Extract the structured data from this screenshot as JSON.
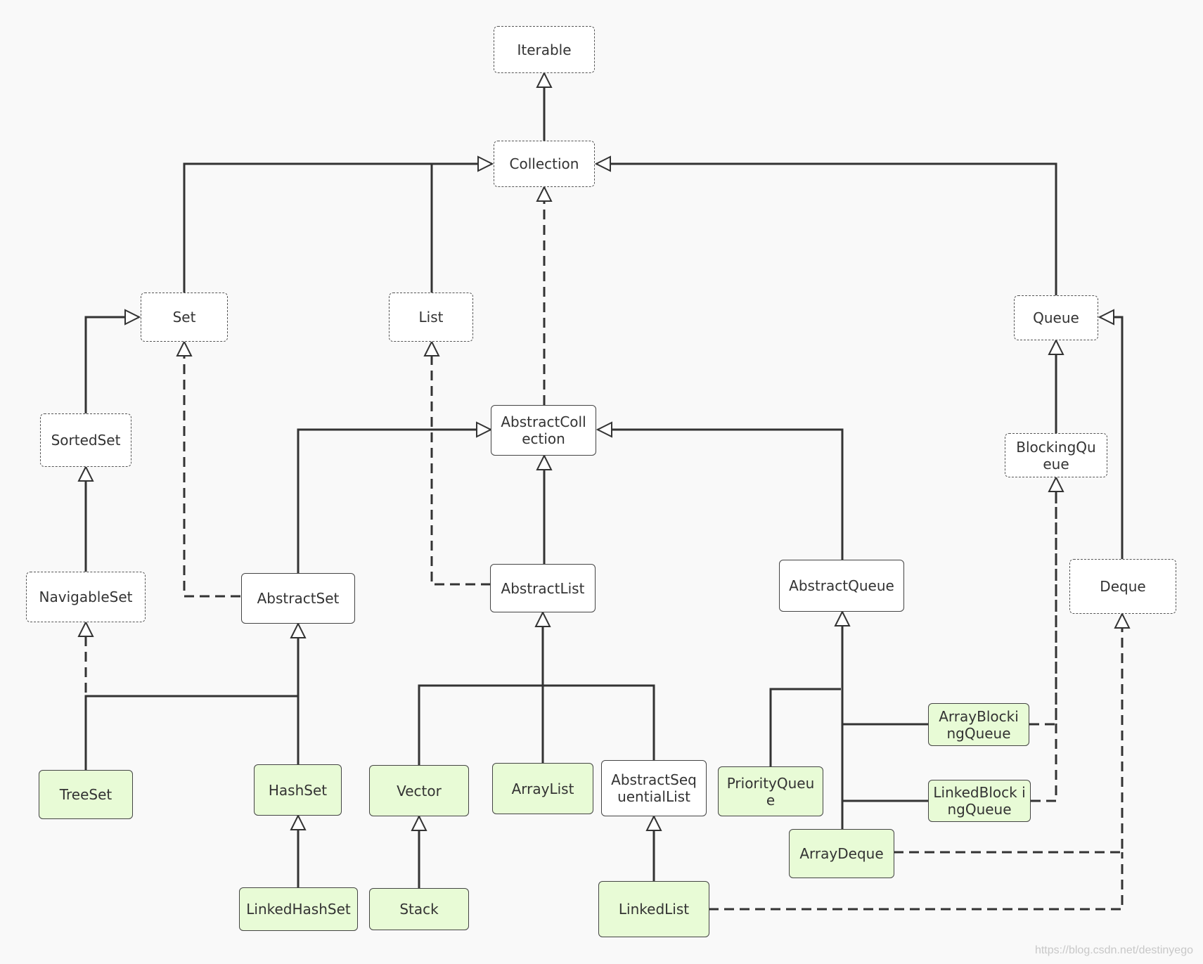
{
  "nodes": {
    "iterable": "Iterable",
    "collection": "Collection",
    "set": "Set",
    "list": "List",
    "queue": "Queue",
    "sortedset": "SortedSet",
    "navigableset": "NavigableSet",
    "abstractcollection": "AbstractColl ection",
    "blockingqueue": "BlockingQu eue",
    "abstractset": "AbstractSet",
    "abstractlist": "AbstractList",
    "abstractqueue": "AbstractQueue",
    "deque": "Deque",
    "treeset": "TreeSet",
    "hashset": "HashSet",
    "vector": "Vector",
    "arraylist": "ArrayList",
    "abstractsequentiallist": "AbstractSeq uentialList",
    "priorityqueue": "PriorityQueu e",
    "arrayblockingqueue": "ArrayBlocki ngQueue",
    "linkedblockingqueue": "LinkedBlock ingQueue",
    "arraydeque": "ArrayDeque",
    "linkedhashset": "LinkedHashSet",
    "stack": "Stack",
    "linkedlist": "LinkedList"
  },
  "legend_styles": {
    "interface_border": "dashed",
    "abstract_fill": "#ffffff",
    "concrete_fill": "#e8fbd6",
    "line_color": "#333333"
  },
  "watermark": "https://blog.csdn.net/destinyego"
}
